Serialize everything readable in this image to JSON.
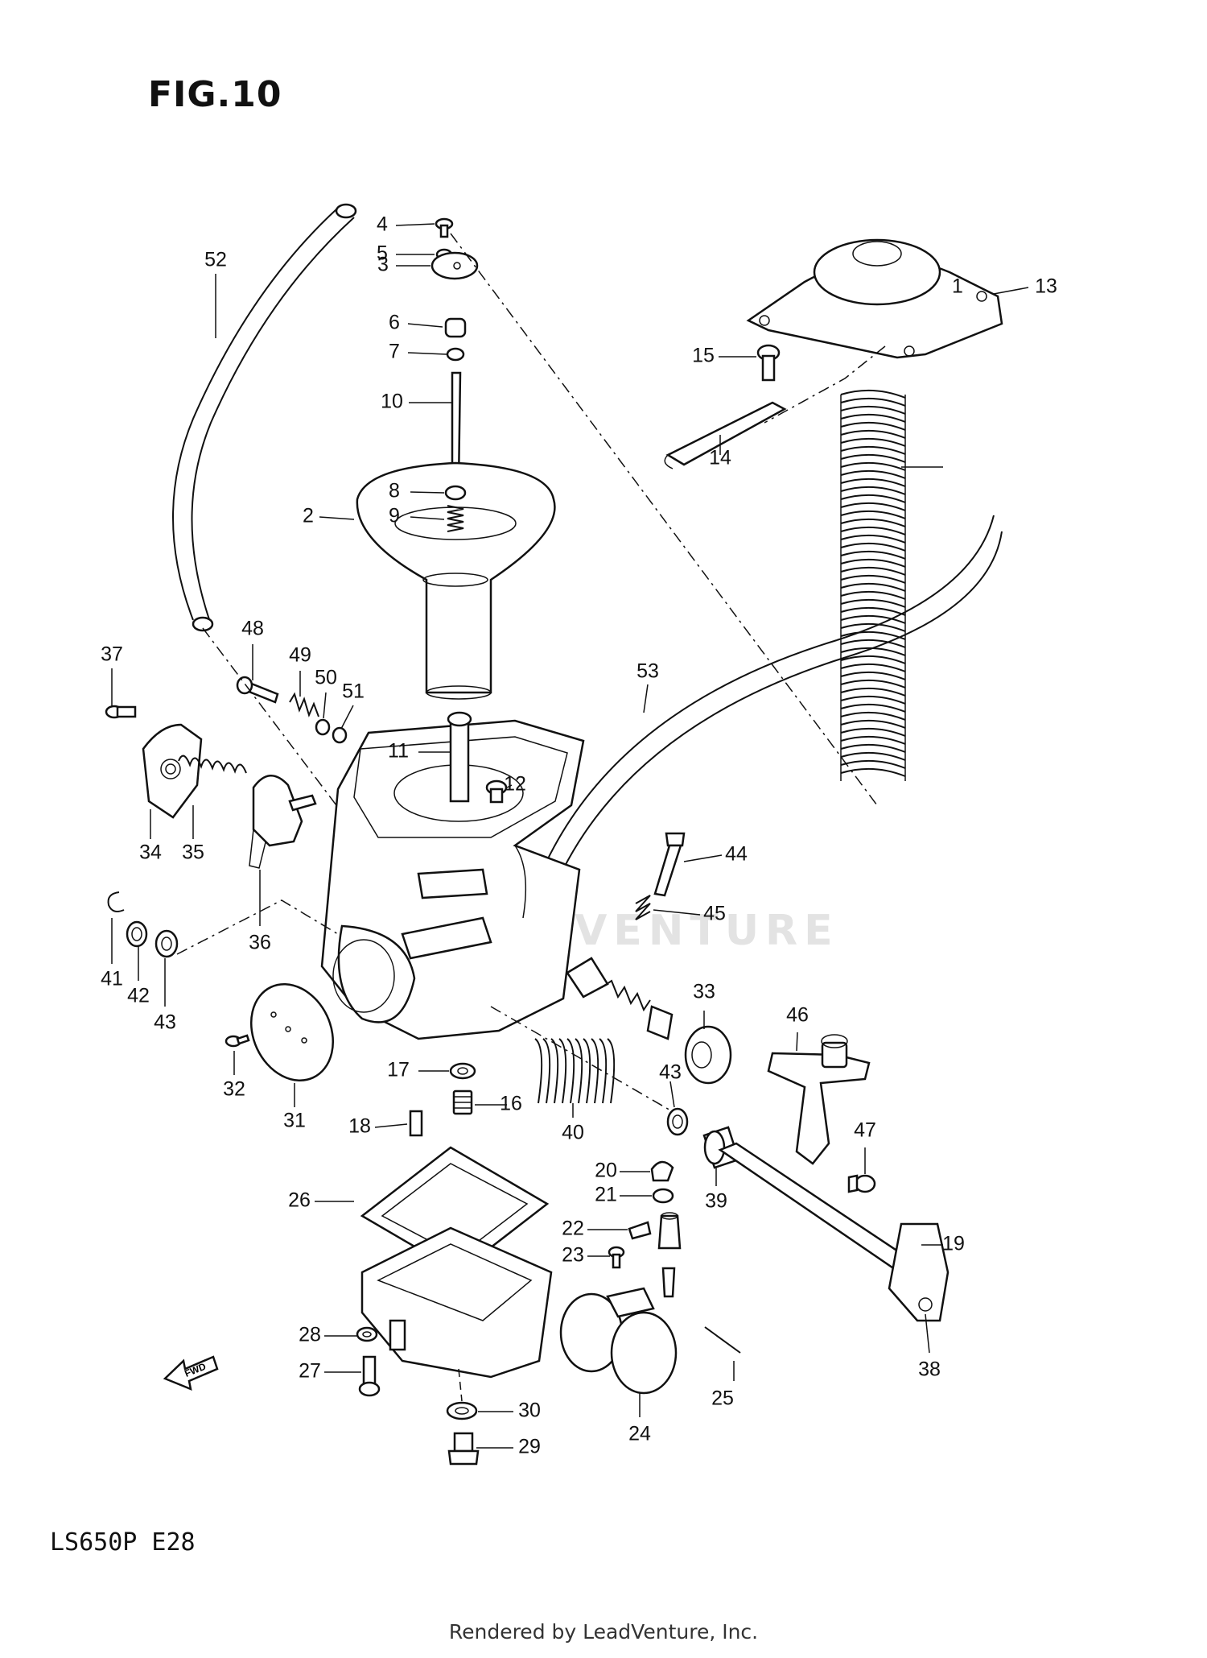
{
  "figure_title": "FIG.10",
  "model_code": "LS650P  E28",
  "footer": "Rendered by LeadVenture, Inc.",
  "watermark": "LEADVENTURE",
  "fwd_arrow": "FWD",
  "callouts": [
    "1",
    "2",
    "3",
    "4",
    "5",
    "6",
    "7",
    "8",
    "9",
    "10",
    "11",
    "12",
    "13",
    "14",
    "15",
    "16",
    "17",
    "18",
    "19",
    "20",
    "21",
    "22",
    "23",
    "24",
    "25",
    "26",
    "27",
    "28",
    "29",
    "30",
    "31",
    "32",
    "33",
    "34",
    "35",
    "36",
    "37",
    "38",
    "39",
    "40",
    "41",
    "42",
    "43",
    "43",
    "44",
    "45",
    "46",
    "47",
    "48",
    "49",
    "50",
    "51",
    "52",
    "53"
  ]
}
